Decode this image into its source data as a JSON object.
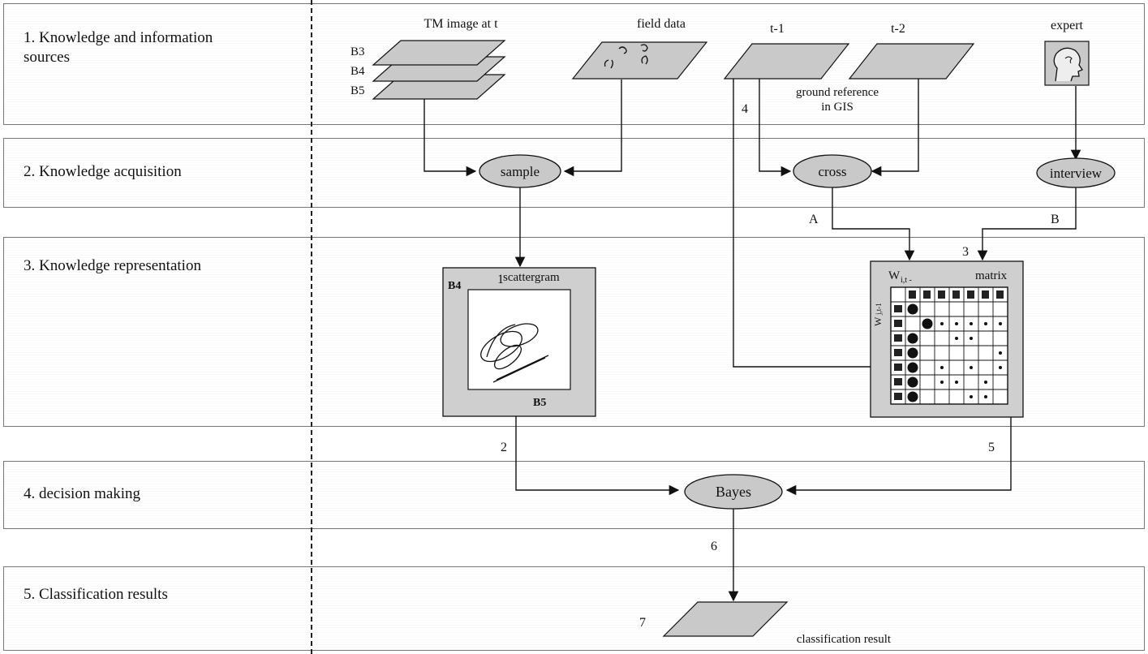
{
  "stages": [
    {
      "label_line1": "1. Knowledge and information",
      "label_line2": "sources"
    },
    {
      "label_line1": "2. Knowledge acquisition"
    },
    {
      "label_line1": "3. Knowledge representation"
    },
    {
      "label_line1": "4. decision making"
    },
    {
      "label_line1": "5. Classification results"
    }
  ],
  "sources": {
    "tm_image": "TM image at t",
    "bands": [
      "B3",
      "B4",
      "B5"
    ],
    "field_data": "field data",
    "t_minus_1": "t-1",
    "t_minus_2": "t-2",
    "ground_reference_line1": "ground reference",
    "ground_reference_line2": "in GIS",
    "expert": "expert"
  },
  "nodes": {
    "sample": "sample",
    "cross": "cross",
    "interview": "interview",
    "bayes": "Bayes"
  },
  "scattergram": {
    "title": "scattergram",
    "y_axis": "B4",
    "x_axis": "B5"
  },
  "matrix": {
    "title": "matrix",
    "w_label": "W",
    "w_subscript": "i,t -",
    "w_side": "W",
    "w_side_subscript": "j,t-1"
  },
  "result": {
    "label": "classification result"
  },
  "step_numbers": {
    "n1": "1",
    "n2": "2",
    "n3": "3",
    "n4": "4",
    "n5": "5",
    "n6": "6",
    "n7": "7",
    "a": "A",
    "b": "B"
  },
  "colors": {
    "shape_fill": "#c9c9c9",
    "box_fill": "#cfcfcf",
    "line": "#111111"
  }
}
